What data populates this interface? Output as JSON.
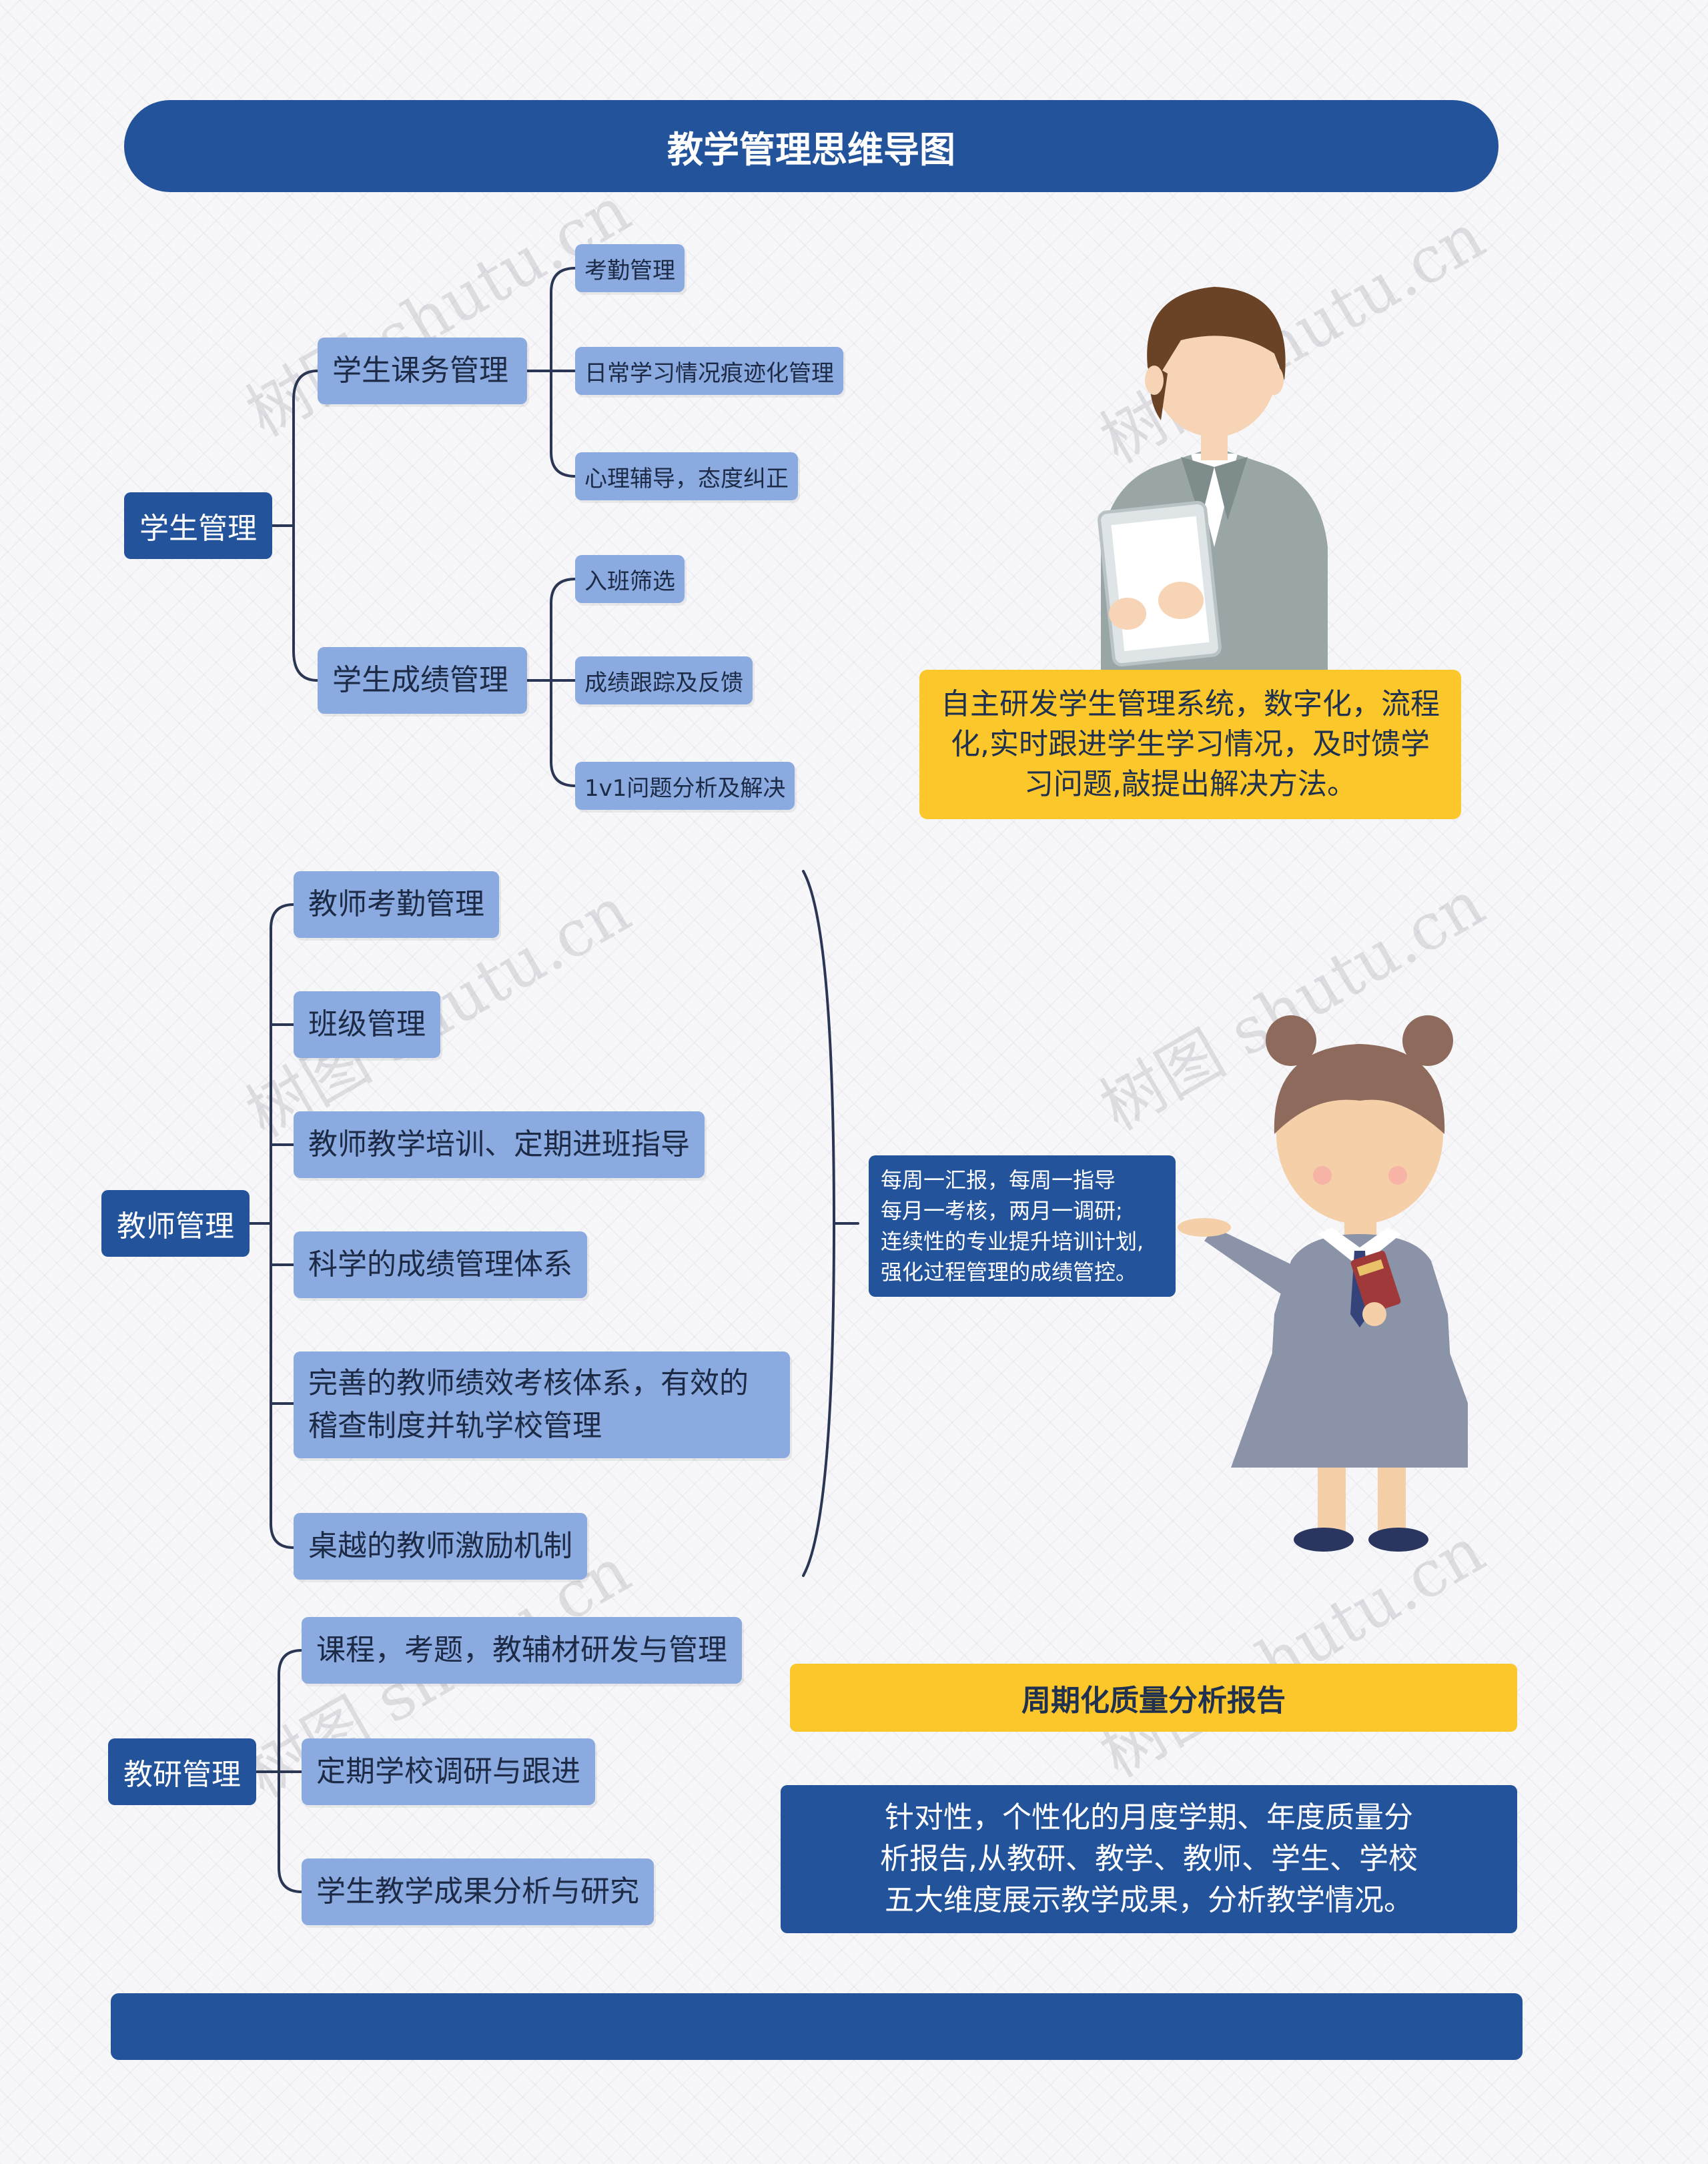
{
  "title": "教学管理思维导图",
  "watermark": "树图 shutu.cn",
  "student": {
    "root": "学生管理",
    "course": {
      "label": "学生课务管理",
      "items": [
        "考勤管理",
        "日常学习情况痕迹化管理",
        "心理辅导，态度纠正"
      ]
    },
    "grade": {
      "label": "学生成绩管理",
      "items": [
        "入班筛选",
        "成绩跟踪及反馈",
        "1v1问题分析及解决"
      ]
    },
    "note_lines": [
      "自主研发学生管理系统，数字化，流程",
      "化,实时跟进学生学习情况，及时馈学",
      "习问题,敲提出解决方法。"
    ]
  },
  "teacher": {
    "root": "教师管理",
    "items": [
      [
        "教师考勤管理"
      ],
      [
        "班级管理"
      ],
      [
        "教师教学培训、定期进班指导"
      ],
      [
        "科学的成绩管理体系"
      ],
      [
        "完善的教师绩效考核体系，有效的",
        "稽查制度并轨学校管理"
      ],
      [
        "桌越的教师激励机制"
      ]
    ],
    "note_lines": [
      "每周一汇报，每周一指导",
      "每月一考核，两月一调研;",
      "连续性的专业提升培训计划,",
      "强化过程管理的成绩管控。"
    ]
  },
  "research": {
    "root": "教研管理",
    "items": [
      "课程，考题，教辅材研发与管理",
      "定期学校调研与跟进",
      "学生教学成果分析与研究"
    ]
  },
  "report": {
    "title": "周期化质量分析报告",
    "lines": [
      "针对性，个性化的月度学期、年度质量分",
      "析报告,从教研、教学、教师、学生、学校",
      "五大维度展示教学成果，分析教学情况。"
    ]
  },
  "colors": {
    "navy": "#23539a",
    "node_blue": "#8aaae0",
    "yellow": "#fcc72a",
    "connector": "#2a3654"
  },
  "illustrations": [
    "teacher-figure",
    "student-girl-figure"
  ]
}
